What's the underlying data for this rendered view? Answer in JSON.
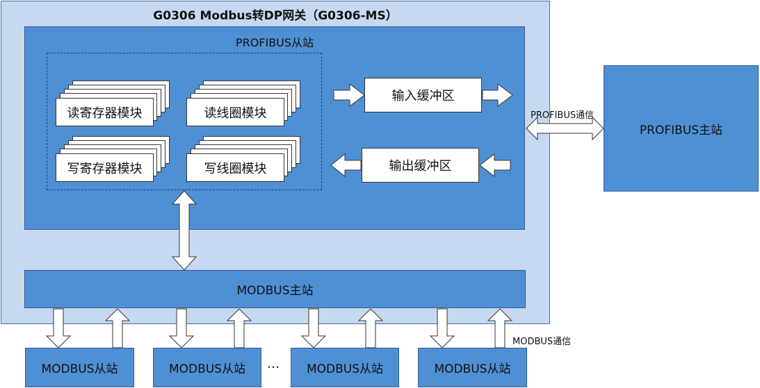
{
  "gateway": {
    "title": "G0306 Modbus转DP网关（G0306-MS）"
  },
  "profibus_slave": {
    "title": "PROFIBUS从站",
    "modules": [
      "读寄存器模块",
      "读线圈模块",
      "写寄存器模块",
      "写线圈模块"
    ],
    "input_buffer": "输入缓冲区",
    "output_buffer": "输出缓冲区"
  },
  "profibus_comm_label": "PROFIBUS通信",
  "profibus_master": "PROFIBUS主站",
  "modbus_master": "MODBUS主站",
  "modbus_comm_label": "MODBUS通信",
  "modbus_slaves": [
    "MODBUS从站",
    "MODBUS从站",
    "MODBUS从站",
    "MODBUS从站"
  ],
  "ellipsis": "…",
  "colors": {
    "outer_fill": "#c6d9f1",
    "block_fill": "#4f8fd4",
    "card_fill": "#ffffff"
  }
}
